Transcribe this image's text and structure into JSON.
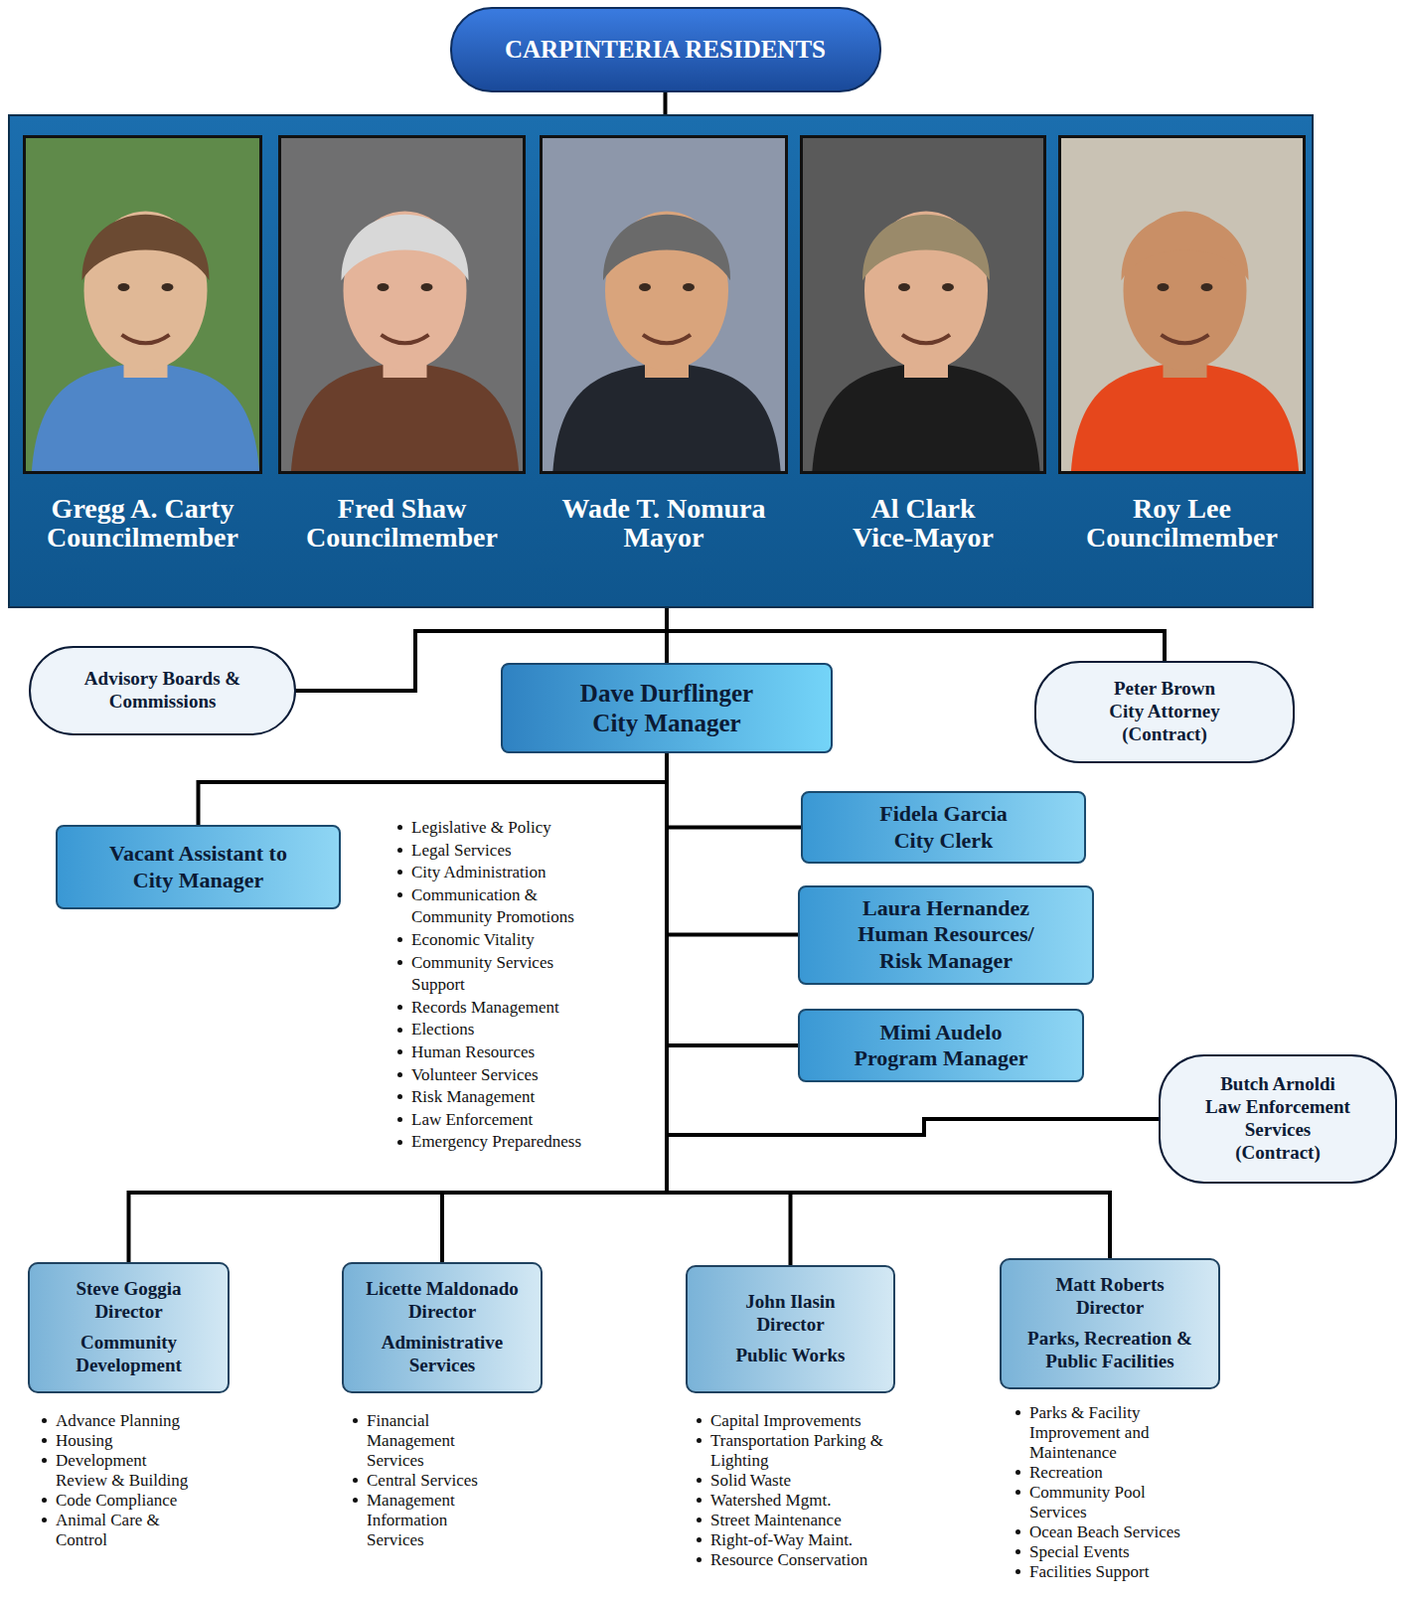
{
  "diagram": {
    "nodes": [
      {
        "text": [
          "CARPINTERIA RESIDENTS"
        ]
      },
      {
        "text": []
      },
      {
        "text": [
          "Gregg A. Carty Councilmember"
        ],
        "in": 1
      },
      {
        "text": [
          "Fred Shaw Councilmember"
        ],
        "in": 1
      },
      {
        "text": [
          "Wade T. Nomura Mayor"
        ],
        "in": 1
      },
      {
        "text": [
          "Al Clark Vice-Mayor"
        ],
        "in": 1
      },
      {
        "text": [
          "Roy Lee Councilmember"
        ],
        "in": 1
      },
      {
        "text": [
          "Advisory Boards & Commissions"
        ]
      },
      {
        "text": [
          "Dave Durflinger City Manager"
        ]
      },
      {
        "text": [
          "Peter Brown City Attorney (Contract)"
        ]
      },
      {
        "text": [
          "Vacant Assistant to City Manager"
        ]
      },
      {
        "text": [
          "Fidela Garcia City Clerk"
        ]
      },
      {
        "text": [
          "Laura Hernandez Human Resources/ Risk Manager"
        ]
      },
      {
        "text": [
          "Mimi Audelo Program Manager"
        ]
      },
      {
        "text": [
          "Butch Arnoldi Law Enforcement Services (Contract)"
        ]
      },
      {
        "text": [
          "Steve Goggia Director",
          "Community Development"
        ]
      },
      {
        "text": [
          "Licette Maldonado Director",
          "Administrative Services"
        ]
      },
      {
        "text": [
          "John Ilasin Director",
          "Public Works"
        ]
      },
      {
        "text": [
          "Matt Roberts Director",
          "Parks, Recreation & Public Facilities"
        ]
      }
    ],
    "edges": [
      {
        "from": 0,
        "to": 1,
        "arrow": "none"
      },
      {
        "from": 1,
        "to": 8,
        "arrow": "none"
      },
      {
        "from": 1,
        "to": 7,
        "arrow": "none"
      },
      {
        "from": 1,
        "to": 9,
        "arrow": "none"
      },
      {
        "from": 8,
        "to": 10,
        "arrow": "none"
      },
      {
        "from": 8,
        "to": 11,
        "arrow": "none"
      },
      {
        "from": 8,
        "to": 12,
        "arrow": "none"
      },
      {
        "from": 8,
        "to": 13,
        "arrow": "none"
      },
      {
        "from": 8,
        "to": 14,
        "arrow": "none"
      },
      {
        "from": 8,
        "to": 15,
        "arrow": "none"
      },
      {
        "from": 8,
        "to": 16,
        "arrow": "none"
      },
      {
        "from": 8,
        "to": 17,
        "arrow": "none"
      },
      {
        "from": 8,
        "to": 18,
        "arrow": "none"
      }
    ],
    "labels": [
      "Legislative & Policy",
      "Legal Services",
      "City Administration",
      "Communication & Community Promotions",
      "Economic Vitality",
      "Community Services Support",
      "Records Management",
      "Elections",
      "Human Resources",
      "Volunteer Services",
      "Risk Management",
      "Law Enforcement",
      "Emergency Preparedness",
      "Advance Planning",
      "Housing",
      "Development Review & Building",
      "Code Compliance",
      "Animal Care & Control",
      "Financial Management Services",
      "Central Services",
      "Management Information Services",
      "Capital Improvements",
      "Transportation Parking & Lighting",
      "Solid Waste",
      "Watershed Mgmt.",
      "Street Maintenance",
      "Right-of-Way Maint.",
      "Resource Conservation",
      "Parks & Facility Improvement and Maintenance",
      "Recreation",
      "Community Pool Services",
      "Ocean Beach Services",
      "Special Events",
      "Facilities Support"
    ]
  }
}
